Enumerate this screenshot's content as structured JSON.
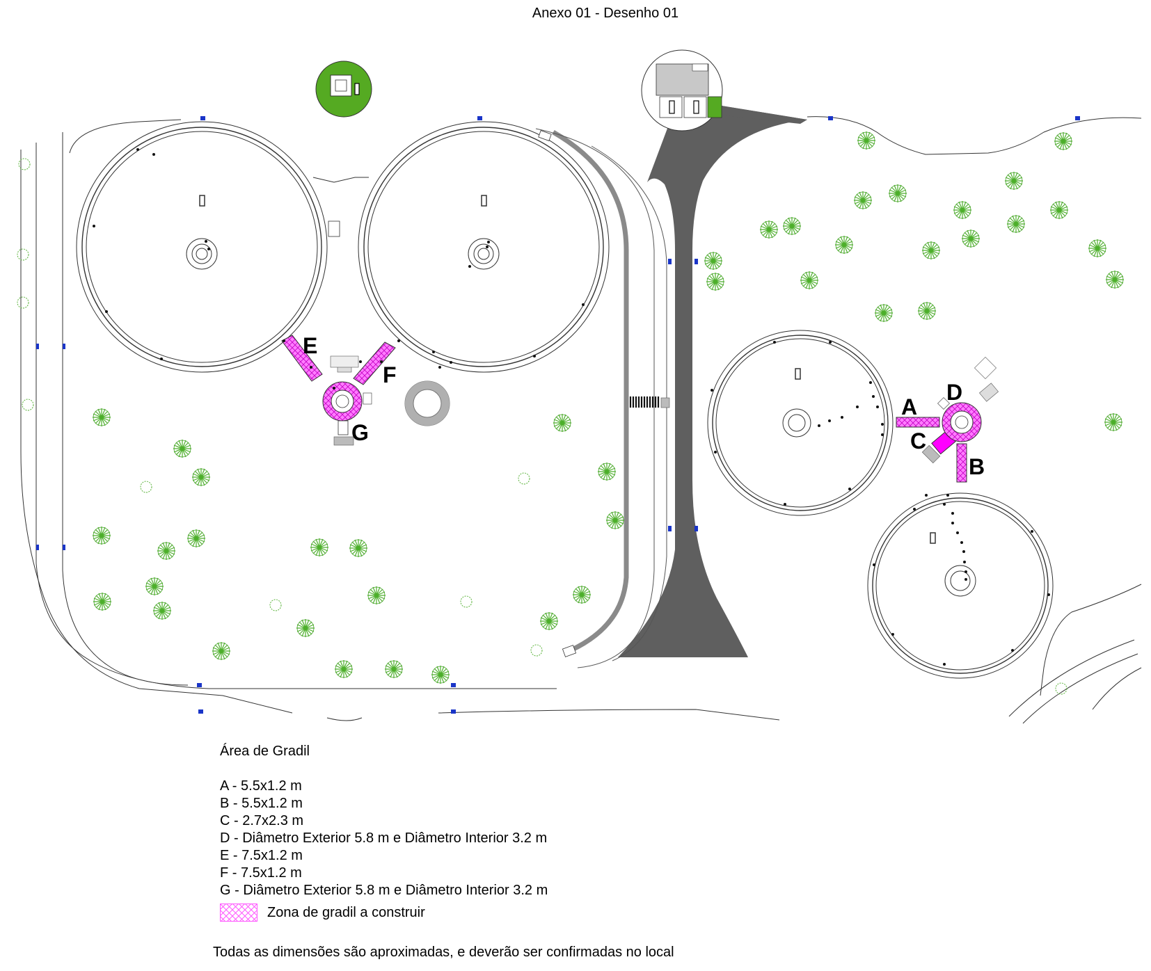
{
  "title": "Anexo 01 - Desenho 01",
  "labels": {
    "A": "A",
    "B": "B",
    "C": "C",
    "D": "D",
    "E": "E",
    "F": "F",
    "G": "G"
  },
  "legend": {
    "heading": "Área de Gradil",
    "items": [
      "A - 5.5x1.2 m",
      "B - 5.5x1.2 m",
      "C - 2.7x2.3 m",
      "D - Diâmetro Exterior 5.8 m e Diâmetro Interior 3.2 m",
      "E - 7.5x1.2 m",
      "F - 7.5x1.2 m",
      "G - Diâmetro Exterior 5.8 m e Diâmetro Interior 3.2 m"
    ],
    "zone_label": "Zona de gradil a construir"
  },
  "note": "Todas as dimensões são aproximadas, e deverão ser confirmadas no local",
  "colors": {
    "road": "#5f5f5f",
    "gradil": "#ff66ff",
    "gradil_solid": "#ff00ff",
    "tree": "#4caf2a",
    "green_area": "#55aa22",
    "marker": "#1a35c8",
    "line": "#333333"
  }
}
